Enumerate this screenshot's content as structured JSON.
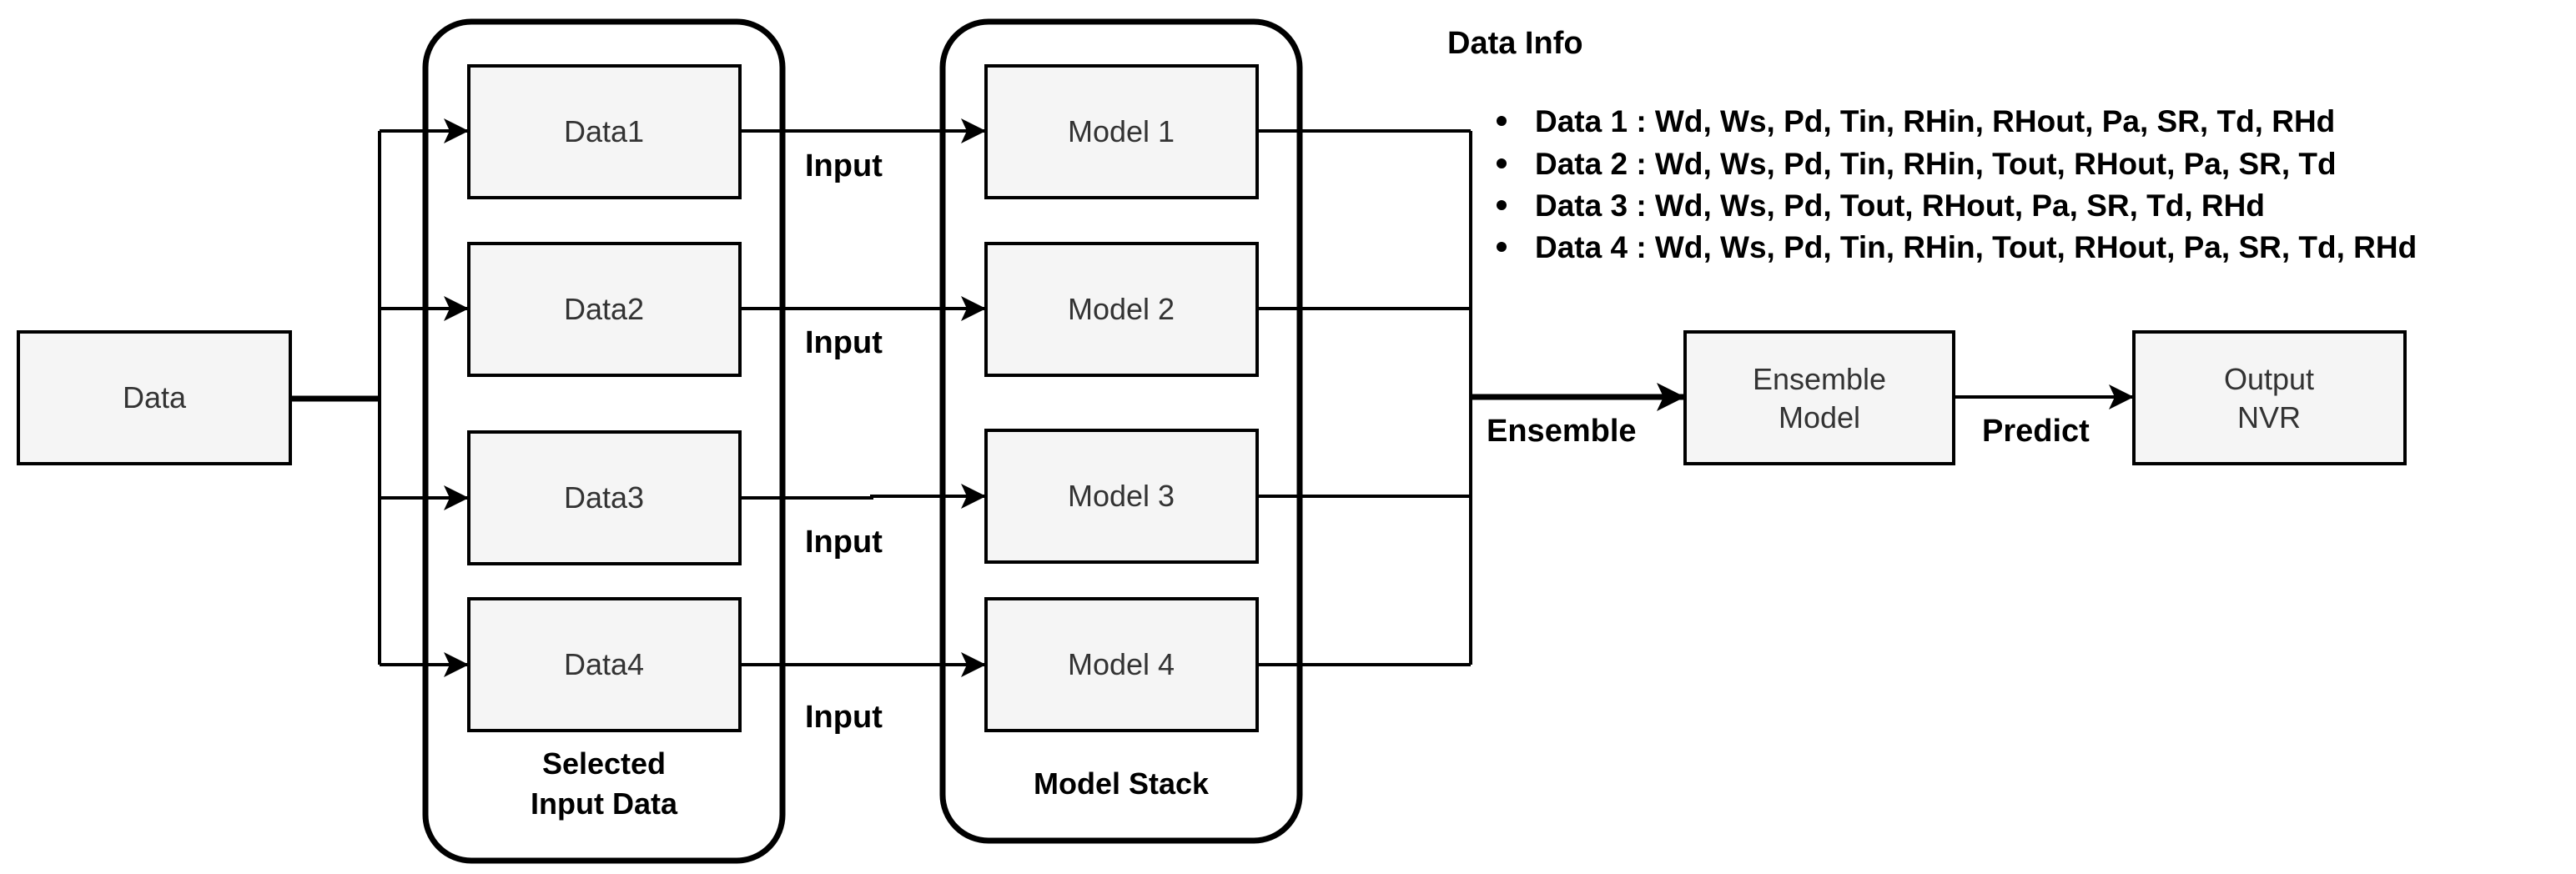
{
  "nodes": {
    "data": "Data",
    "data1": "Data1",
    "data2": "Data2",
    "data3": "Data3",
    "data4": "Data4",
    "model1": "Model 1",
    "model2": "Model 2",
    "model3": "Model 3",
    "model4": "Model 4",
    "ensemble_model": [
      "Ensemble",
      "Model"
    ],
    "output": [
      "Output",
      "NVR"
    ]
  },
  "groups": {
    "selected_input": [
      "Selected",
      "Input Data"
    ],
    "model_stack": "Model Stack"
  },
  "edge_labels": {
    "input": "Input",
    "ensemble": "Ensemble",
    "predict": "Predict"
  },
  "data_info": {
    "title": "Data Info",
    "items": [
      "Data 1 : Wd, Ws, Pd, Tin, RHin, RHout, Pa, SR, Td, RHd",
      "Data 2 : Wd, Ws, Pd, Tin, RHin, Tout, RHout, Pa, SR, Td",
      "Data 3 : Wd, Ws, Pd, Tout, RHout, Pa, SR, Td, RHd",
      "Data 4 : Wd, Ws, Pd, Tin, RHin, Tout, RHout, Pa, SR, Td, RHd"
    ]
  }
}
